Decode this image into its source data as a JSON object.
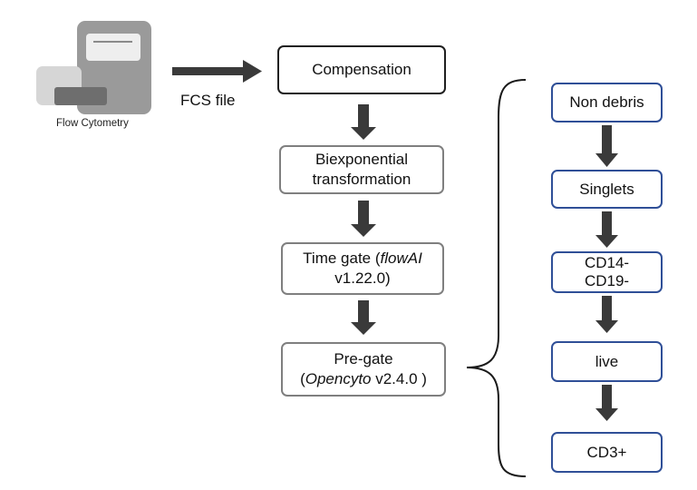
{
  "instrument": {
    "icon": "flow-cytometer-icon",
    "label": "Flow Cytometry"
  },
  "input_label": "FCS file",
  "pipeline": [
    {
      "id": "compensation",
      "lines": [
        "Compensation"
      ],
      "style": "black"
    },
    {
      "id": "biexponential",
      "lines": [
        "Biexponential",
        "transformation"
      ],
      "style": "gray"
    },
    {
      "id": "time-gate",
      "line1_prefix": "Time gate (",
      "line1_italic": "flowAI",
      "line2": "v1.22.0)",
      "style": "gray"
    },
    {
      "id": "pre-gate",
      "line1": "Pre-gate",
      "line2_prefix": "(",
      "line2_italic": "Opencyto",
      "line2_suffix": " v2.4.0 )",
      "style": "gray"
    }
  ],
  "gates": [
    {
      "id": "non-debris",
      "lines": [
        "Non debris"
      ]
    },
    {
      "id": "singlets",
      "lines": [
        "Singlets"
      ]
    },
    {
      "id": "cd14-cd19",
      "lines": [
        "CD14-",
        "CD19-"
      ]
    },
    {
      "id": "live",
      "lines": [
        "live"
      ]
    },
    {
      "id": "cd3",
      "lines": [
        "CD3+"
      ]
    }
  ],
  "colors": {
    "arrow": "#3a3a3a",
    "black_border": "#1f1f1f",
    "gray_border": "#7f7f7f",
    "blue_border": "#2f4f97"
  }
}
